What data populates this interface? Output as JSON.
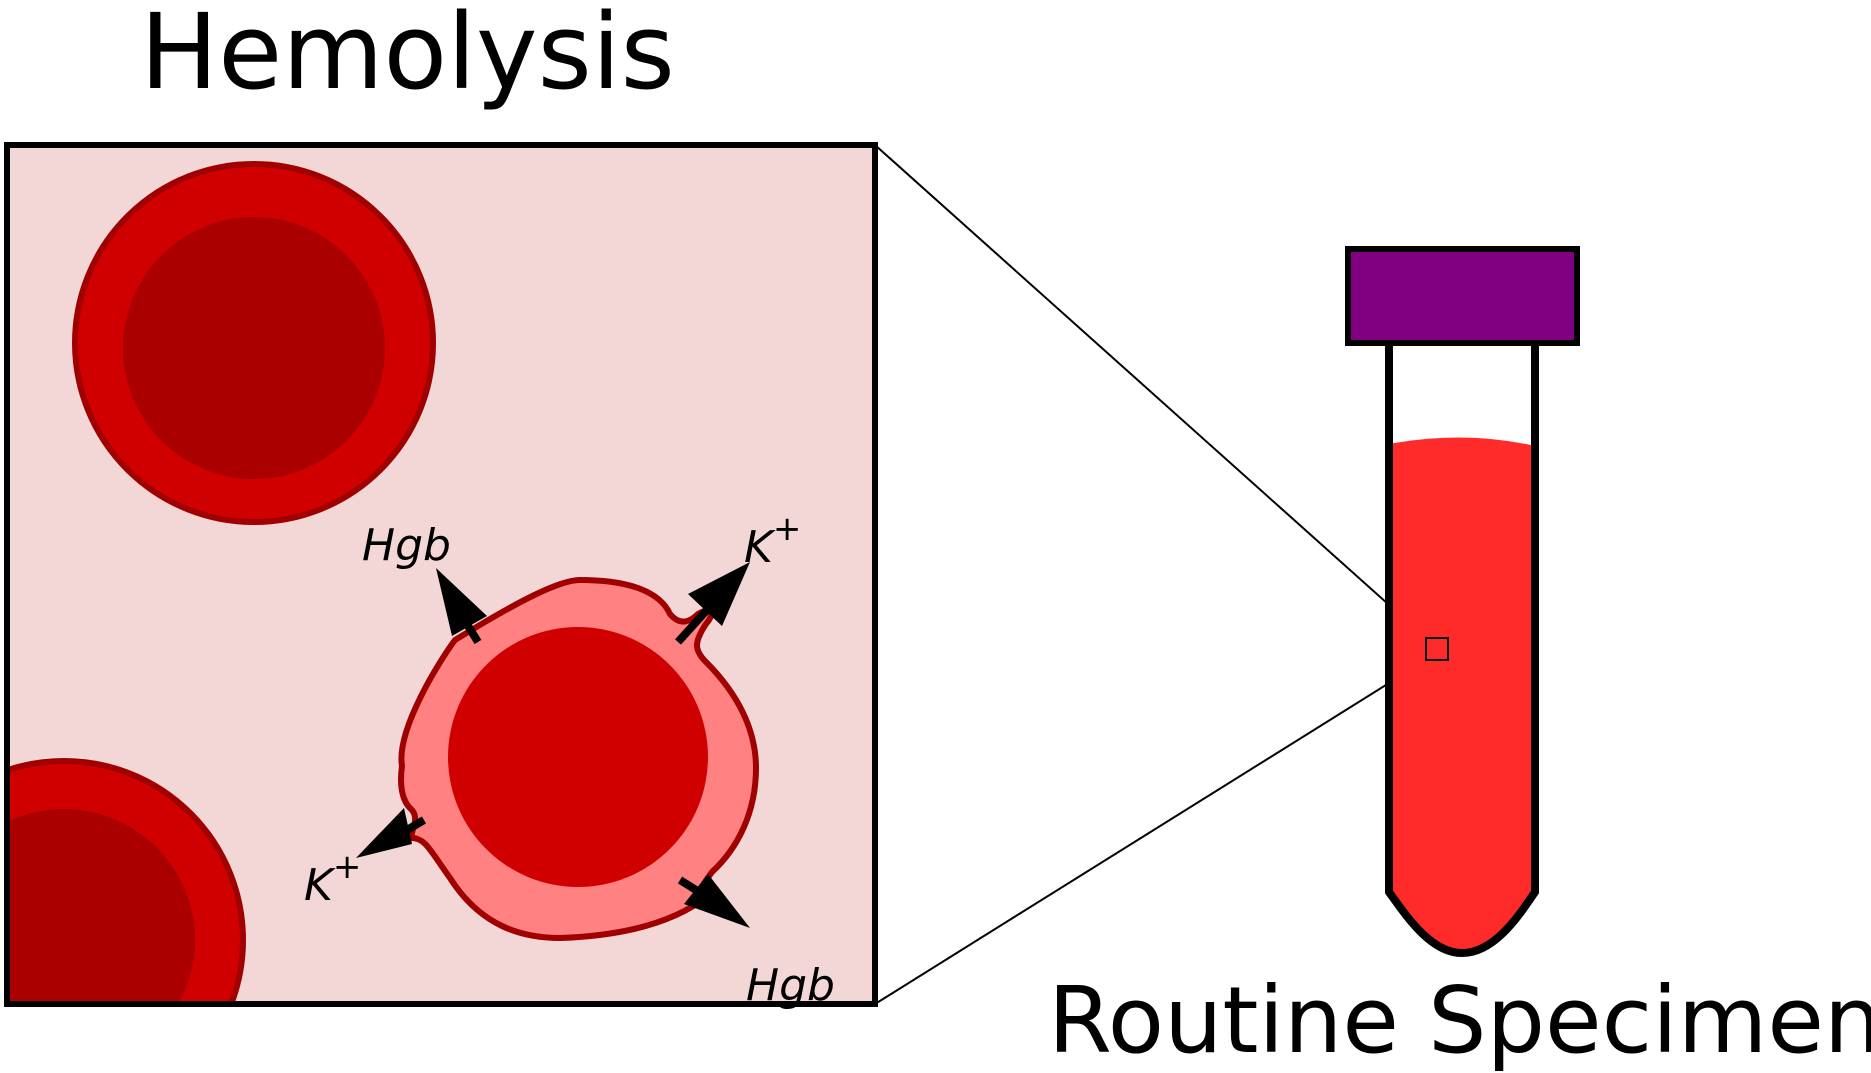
{
  "title": "Hemolysis",
  "specimen_label": "Routine Specimen",
  "labels": {
    "hgb_top": "Hgb",
    "hgb_bottom": "Hgb",
    "k_top": "K",
    "k_bottom": "K",
    "k_charge": "+"
  },
  "colors": {
    "background_panel": "#f3d7d7",
    "rbc_outer": "#d10000",
    "rbc_inner": "#ab0000",
    "rbc_edge": "#a00000",
    "lysed_membrane": "#ff8181",
    "tube_cap": "#800080",
    "tube_blood": "#ff2b2b"
  },
  "icons": {
    "cap": "tube-cap",
    "arrow": "efflux-arrow"
  }
}
